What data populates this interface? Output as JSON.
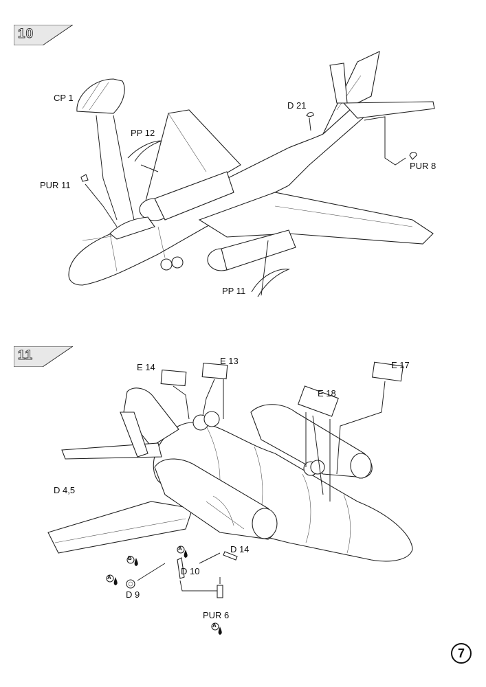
{
  "steps": [
    {
      "number": "10",
      "labels": {
        "cp1": "CP 1",
        "pp12": "PP 12",
        "pur11": "PUR 11",
        "d21": "D 21",
        "pur8": "PUR 8",
        "pp11": "PP 11"
      }
    },
    {
      "number": "11",
      "labels": {
        "e14": "E 14",
        "e13": "E 13",
        "e17": "E 17",
        "e18": "E 18",
        "d45": "D 4,5",
        "d14": "D 14",
        "d10": "D 10",
        "d9": "D 9",
        "pur6": "PUR 6",
        "paint_a1": "A",
        "paint_b": "B",
        "paint_a2": "A",
        "paint_a3": "A"
      }
    }
  ],
  "page_number": "7"
}
